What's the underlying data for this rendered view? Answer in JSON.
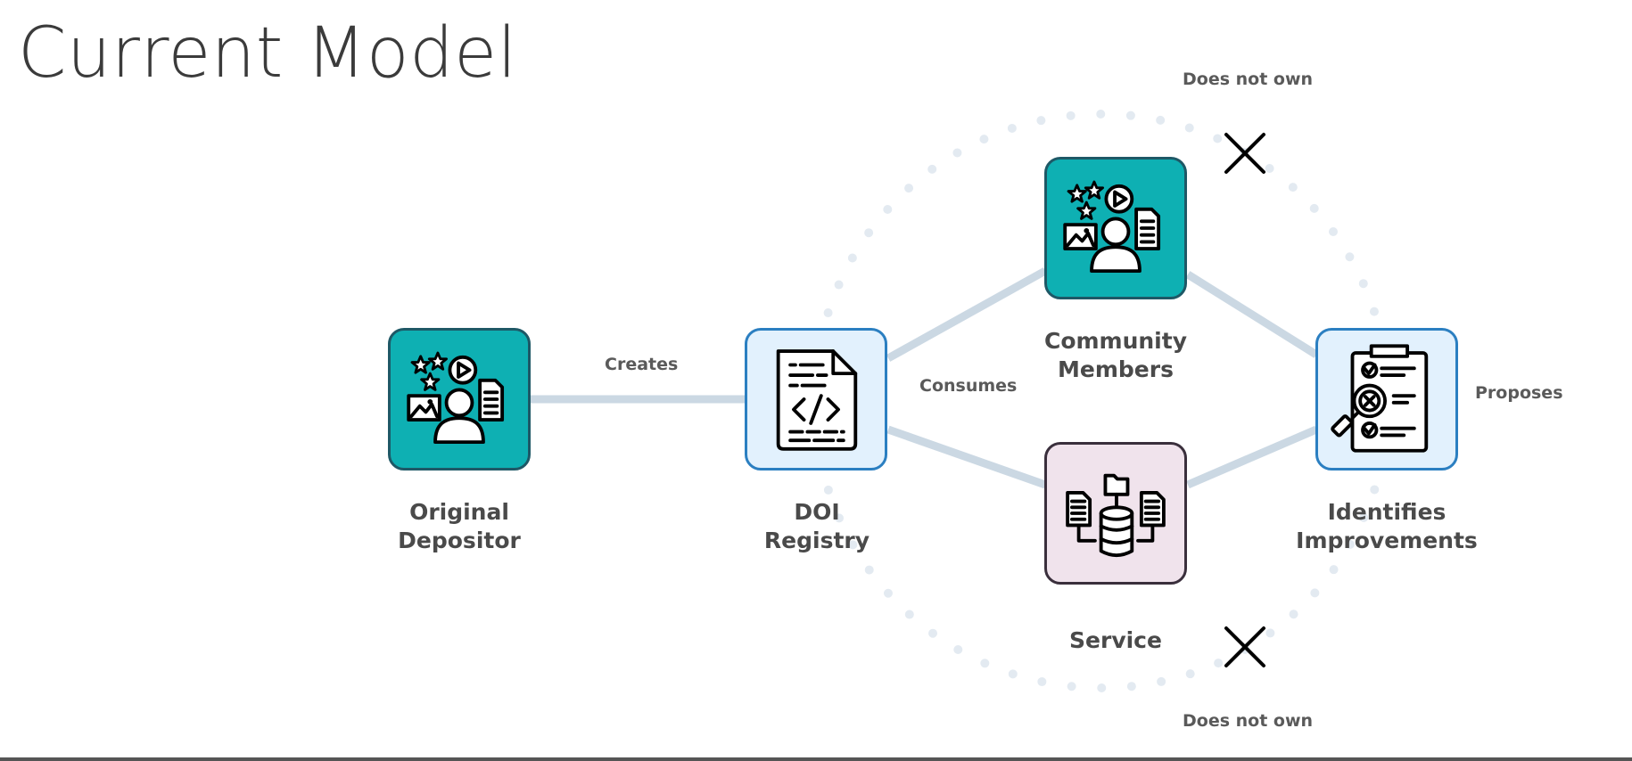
{
  "slide": {
    "title": "Current Model"
  },
  "nodes": {
    "original_depositor": {
      "line1": "Original",
      "line2": "Depositor",
      "icon": "content-creator-icon"
    },
    "doi_registry": {
      "line1": "DOI",
      "line2": "Registry",
      "icon": "code-document-icon"
    },
    "community_members": {
      "line1": "Community",
      "line2": "Members",
      "icon": "content-creator-icon"
    },
    "service": {
      "line1": "Service",
      "icon": "database-icon"
    },
    "identifies_improvements": {
      "line1": "Identifies",
      "line2": "Improvements",
      "icon": "clipboard-inspect-icon"
    }
  },
  "edges": {
    "creates": "Creates",
    "consumes": "Consumes",
    "proposes": "Proposes",
    "does_not_own_top": "Does not own",
    "does_not_own_bottom": "Does not own"
  },
  "colors": {
    "teal_fill": "#0eb0b3",
    "teal_border": "#1e5866",
    "light_fill": "#e2f1fd",
    "light_border": "#2b7fc1",
    "pink_fill": "#f0e3ec",
    "pink_border": "#3a2f3c",
    "connector": "#cbd8e3",
    "dotted_circle": "#e3eaf1"
  }
}
